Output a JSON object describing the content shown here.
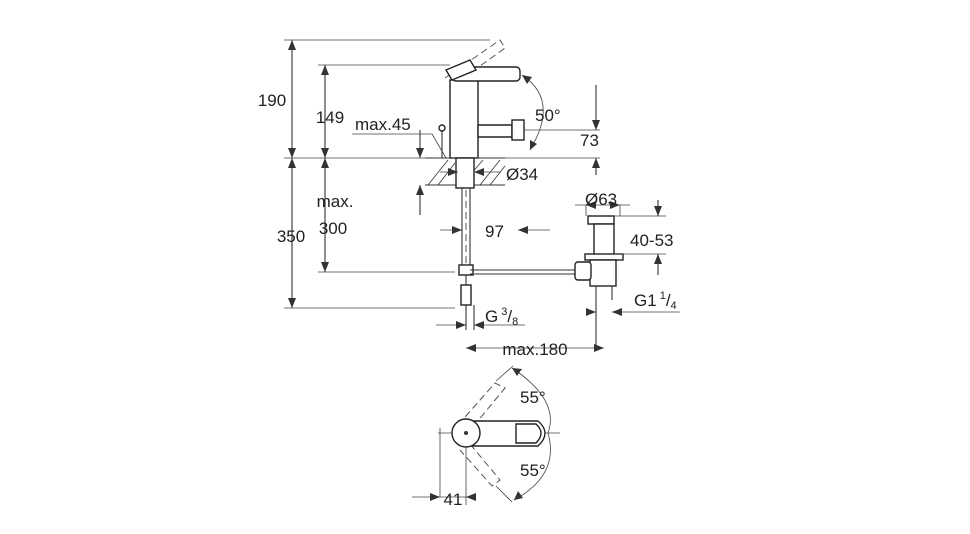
{
  "dimensions": {
    "d190": "190",
    "d149": "149",
    "max45": "max.45",
    "angle50": "50°",
    "d73": "73",
    "d34": "Ø34",
    "max_word": "max.",
    "d300": "300",
    "d350": "350",
    "d97": "97",
    "d63": "Ø63",
    "d40_53": "40-53",
    "g_left_base": "G",
    "g_left_num": "3",
    "g_left_den": "8",
    "g_right_base": "G1",
    "g_right_num": "1",
    "g_right_den": "4",
    "max180": "max.180",
    "angle55_top": "55°",
    "angle55_bottom": "55°",
    "d41": "41"
  }
}
